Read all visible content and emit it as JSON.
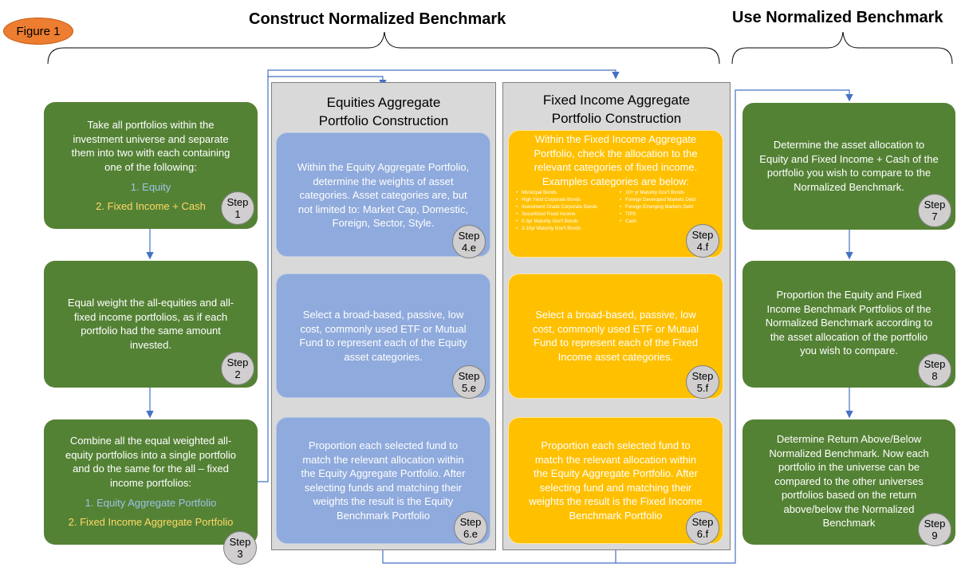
{
  "figure_label": "Figure 1",
  "headings": {
    "construct": "Construct Normalized Benchmark",
    "use": "Use Normalized Benchmark"
  },
  "panels": {
    "equities": {
      "title_1": "Equities Aggregate",
      "title_2": "Portfolio Construction"
    },
    "fixed_income": {
      "title_1": "Fixed Income Aggregate",
      "title_2": "Portfolio Construction"
    }
  },
  "steps": {
    "s1": {
      "lines": [
        "Take all portfolios within the",
        "investment universe and separate",
        "them into two with each containing",
        "one of the following:"
      ],
      "item_1": "1. Equity",
      "item_2": "2. Fixed Income + Cash",
      "badge_1": "Step",
      "badge_2": "1"
    },
    "s2": {
      "lines": [
        "Equal weight the all-equities and all-",
        "fixed income portfolios, as if each",
        "portfolio had the same amount",
        "invested."
      ],
      "badge_1": "Step",
      "badge_2": "2"
    },
    "s3": {
      "lines": [
        "Combine all the equal weighted all-",
        "equity portfolios into a single portfolio",
        "and do the same for the all – fixed",
        "income portfolios:"
      ],
      "item_1": "1. Equity Aggregate Portfolio",
      "item_2": "2. Fixed Income Aggregate Portfolio",
      "badge_1": "Step",
      "badge_2": "3"
    },
    "s4e": {
      "lines": [
        "Within the Equity Aggregate Portfolio,",
        "determine the weights of asset",
        "categories.  Asset categories are, but",
        "not limited to: Market Cap, Domestic,",
        "Foreign, Sector, Style."
      ],
      "badge_1": "Step",
      "badge_2": "4.e"
    },
    "s5e": {
      "lines": [
        "Select a broad-based, passive, low",
        "cost, commonly  used ETF or Mutual",
        "Fund to represent each of the Equity",
        "asset categories."
      ],
      "badge_1": "Step",
      "badge_2": "5.e"
    },
    "s6e": {
      "lines": [
        "Proportion  each selected fund to",
        "match the relevant allocation within",
        "the Equity Aggregate Portfolio.  After",
        "selecting funds and matching their",
        "weights the result is the Equity",
        "Benchmark Portfolio"
      ],
      "badge_1": "Step",
      "badge_2": "6.e"
    },
    "s4f": {
      "lines": [
        "Within the Fixed Income Aggregate",
        "Portfolio, check the allocation to the",
        "relevant categories of fixed income.",
        "Examples categories are below:"
      ],
      "left_items": [
        "Municipal Bonds",
        "High Yield Corporate Bonds",
        "Investment Grade Corporate Bonds",
        "Securitized Fixed Income",
        "0-3yr Maturity Gov't Bonds",
        "3-10yr Maturity Gov't Bonds"
      ],
      "right_items": [
        "10+ yr Maturity Gov't Bonds",
        "Foreign Developed Markets Debt",
        "Foreign Emerging Markets Debt",
        "TIPS",
        "Cash"
      ],
      "badge_1": "Step",
      "badge_2": "4.f"
    },
    "s5f": {
      "lines": [
        "Select a broad-based, passive, low",
        "cost, commonly  used ETF or Mutual",
        "Fund to represent each of the Fixed",
        "Income asset categories."
      ],
      "badge_1": "Step",
      "badge_2": "5.f"
    },
    "s6f": {
      "lines": [
        "Proportion  each selected fund to",
        "match the relevant allocation within",
        "the Equity Aggregate Portfolio.  After",
        "selecting fund and matching their",
        "weights the result is the Fixed Income",
        "Benchmark Portfolio"
      ],
      "badge_1": "Step",
      "badge_2": "6.f"
    },
    "s7": {
      "lines": [
        "Determine the asset allocation to",
        "Equity and Fixed Income + Cash of the",
        "portfolio you wish to compare to the",
        "Normalized Benchmark."
      ],
      "badge_1": "Step",
      "badge_2": "7"
    },
    "s8": {
      "lines": [
        "Proportion  the Equity and Fixed",
        "Income Benchmark Portfolios of the",
        "Normalized Benchmark according to",
        "the asset allocation of the portfolio",
        "you wish to compare."
      ],
      "badge_1": "Step",
      "badge_2": "8"
    },
    "s9": {
      "lines": [
        "Determine Return Above/Below",
        "Normalized Benchmark. Now each",
        "portfolio in the universe can be",
        "compared to the other universes",
        "portfolios based on the return",
        "above/below the Normalized",
        "Benchmark"
      ],
      "badge_1": "Step",
      "badge_2": "9"
    }
  },
  "colors": {
    "green": "#548235",
    "blue": "#8faadc",
    "gold": "#ffc000",
    "orange": "#ed7d31",
    "arrow": "#4472c4",
    "panel": "#d9d9d9"
  }
}
